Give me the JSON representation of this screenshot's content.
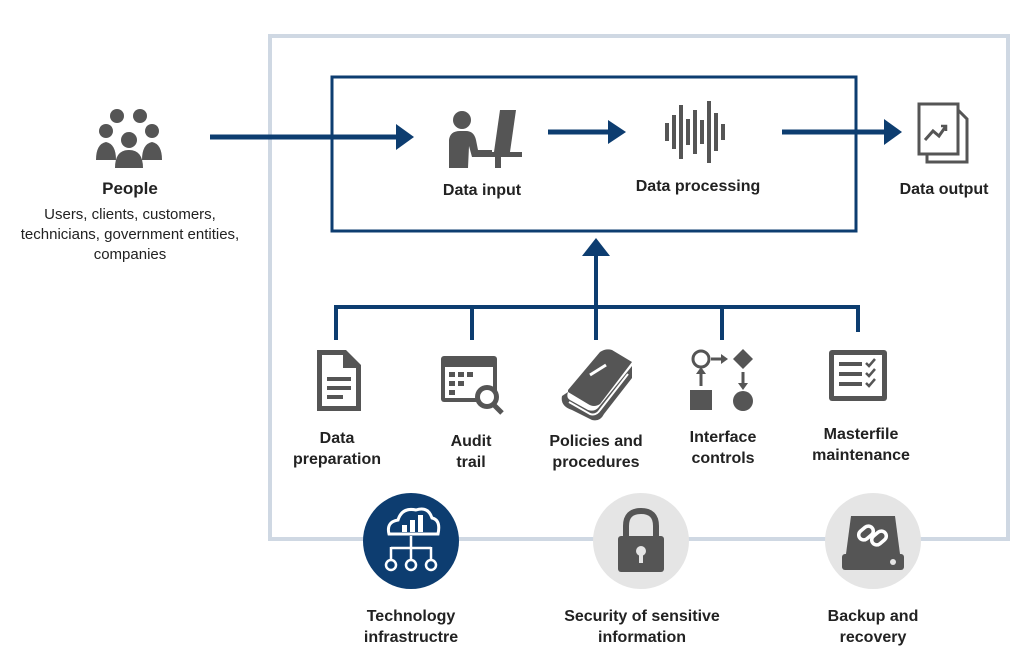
{
  "people": {
    "title": "People",
    "description": [
      "Users, clients, customers,",
      "technicians, government entities,",
      "companies"
    ]
  },
  "flow": {
    "input": "Data input",
    "processing": "Data processing",
    "output": "Data output"
  },
  "controls": [
    {
      "lines": [
        "Data",
        "preparation"
      ]
    },
    {
      "lines": [
        "Audit",
        "trail"
      ]
    },
    {
      "lines": [
        "Policies and",
        "procedures"
      ]
    },
    {
      "lines": [
        "Interface",
        "controls"
      ]
    },
    {
      "lines": [
        "Masterfile",
        "maintenance"
      ]
    }
  ],
  "foundations": [
    {
      "lines": [
        "Technology",
        "infrastructre"
      ]
    },
    {
      "lines": [
        "Security of sensitive",
        "information"
      ]
    },
    {
      "lines": [
        "Backup and",
        "recovery"
      ]
    }
  ],
  "colors": {
    "navy": "#0d3d70",
    "gray_icon": "#555555",
    "frame": "#cfd8e3",
    "circle_gray": "#e5e5e5"
  }
}
